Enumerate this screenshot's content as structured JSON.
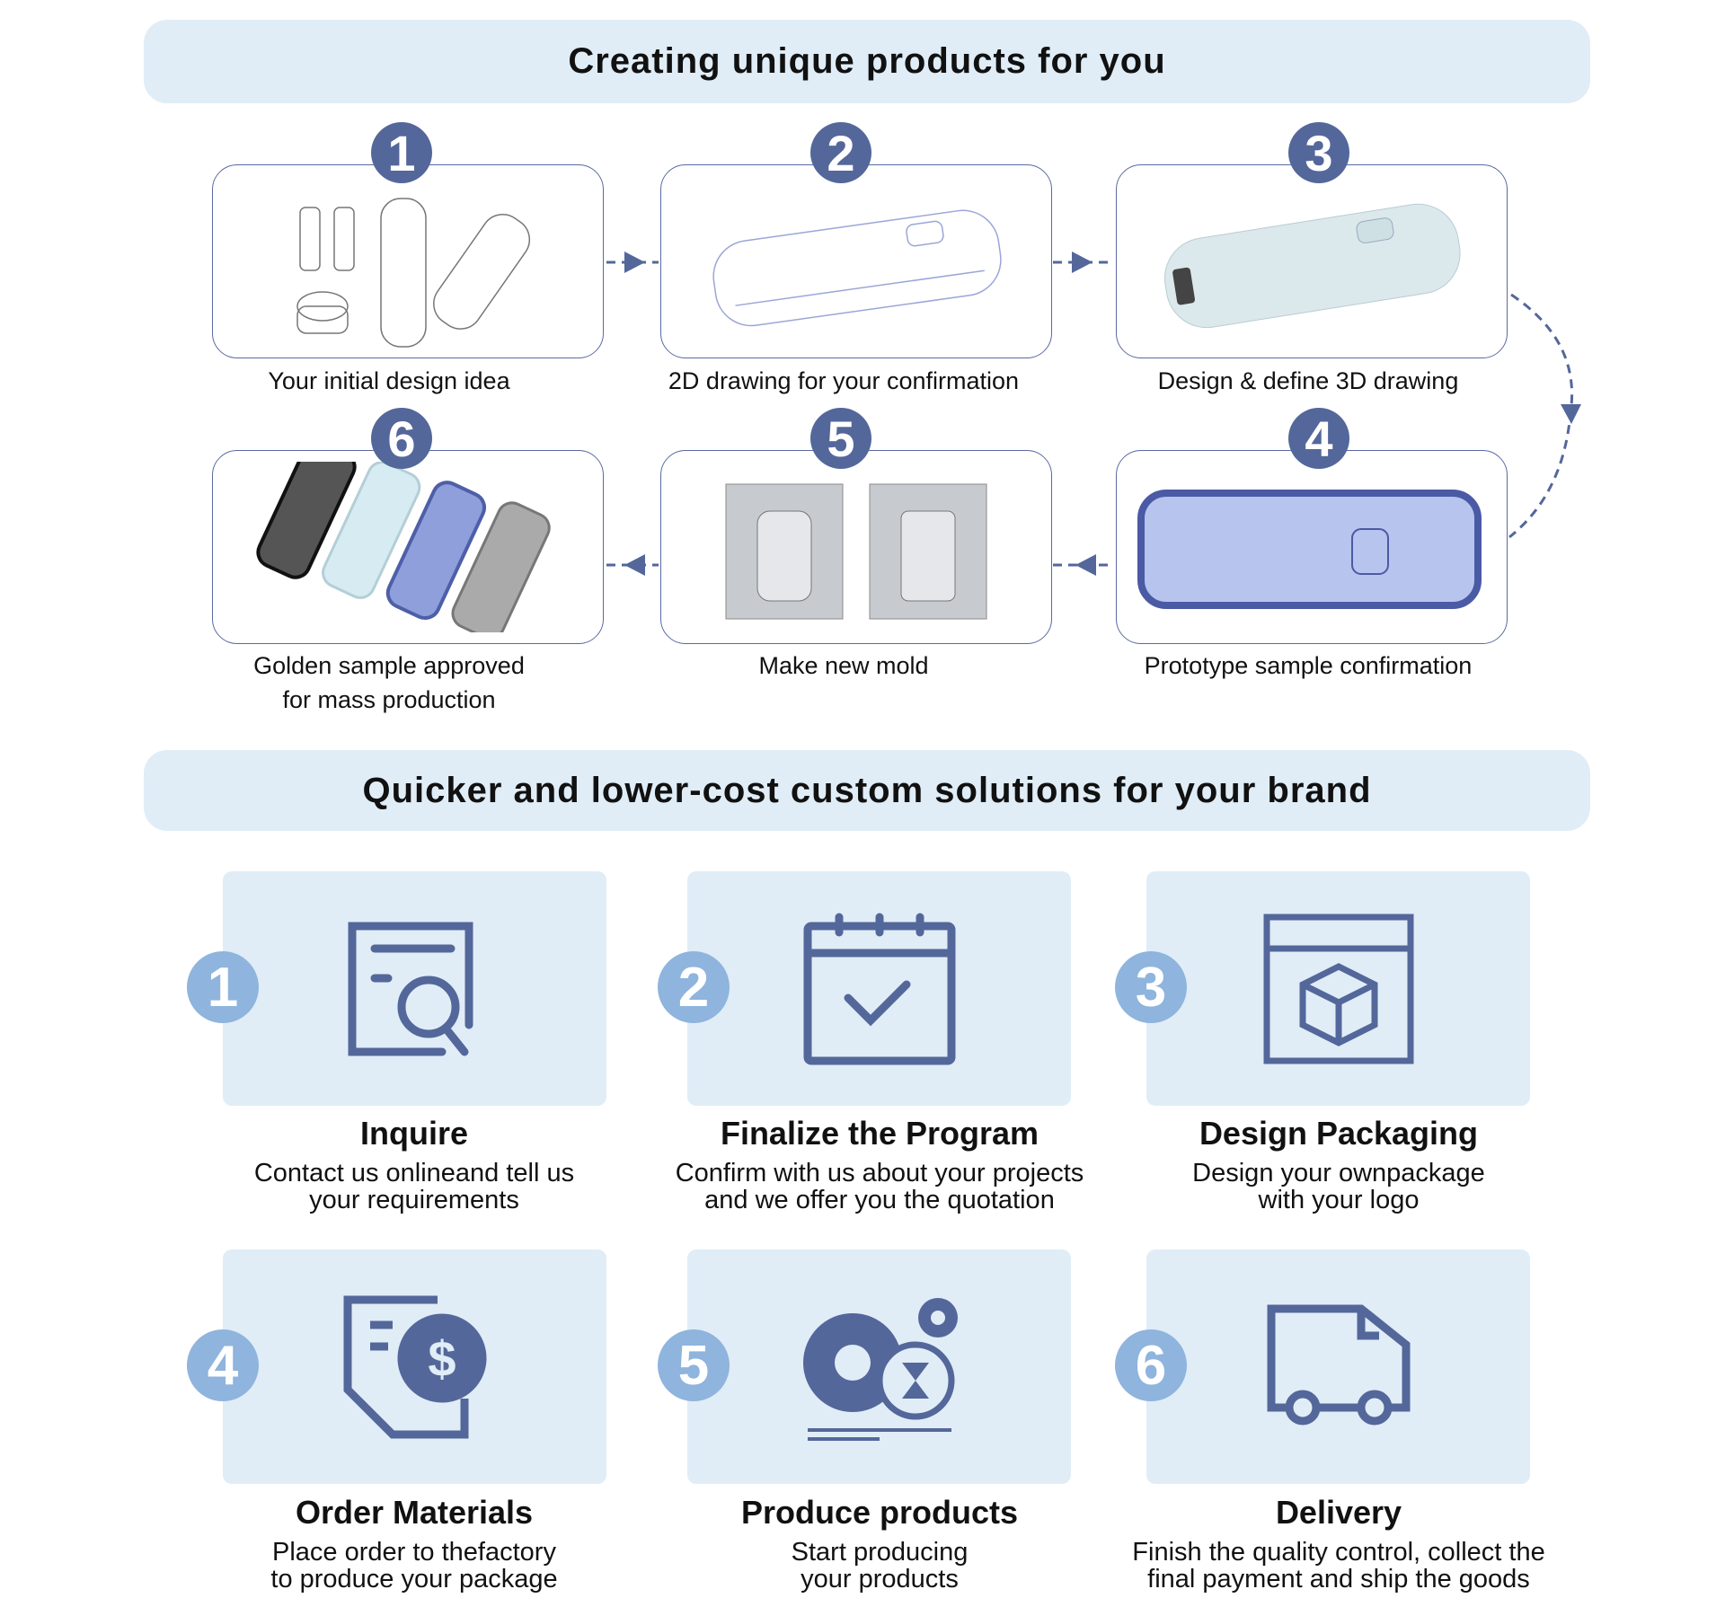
{
  "section1": {
    "title": "Creating unique products for you",
    "steps": [
      {
        "num": "1",
        "label": "Your initial design idea"
      },
      {
        "num": "2",
        "label": "2D drawing for your confirmation"
      },
      {
        "num": "3",
        "label": "Design & define 3D drawing"
      },
      {
        "num": "4",
        "label": "Prototype sample confirmation"
      },
      {
        "num": "5",
        "label": "Make new mold"
      },
      {
        "num": "6",
        "label": "Golden sample approved",
        "label2": "for mass production"
      }
    ]
  },
  "section2": {
    "title": "Quicker and lower-cost custom solutions for your brand",
    "steps": [
      {
        "num": "1",
        "title": "Inquire",
        "line1": "Contact us onlineand tell us",
        "line2": "your requirements",
        "icon": "document-search-icon"
      },
      {
        "num": "2",
        "title": "Finalize the Program",
        "line1": "Confirm with us about your projects",
        "line2": "and we offer you the quotation",
        "icon": "calendar-check-icon"
      },
      {
        "num": "3",
        "title": "Design Packaging",
        "line1": "Design your ownpackage",
        "line2": "with your logo",
        "icon": "package-box-icon"
      },
      {
        "num": "4",
        "title": "Order Materials",
        "line1": "Place order to thefactory",
        "line2": "to produce your package",
        "icon": "invoice-dollar-icon"
      },
      {
        "num": "5",
        "title": "Produce products",
        "line1": "Start producing",
        "line2": "your products",
        "icon": "gear-hourglass-icon"
      },
      {
        "num": "6",
        "title": "Delivery",
        "line1": "Finish the quality control, collect the",
        "line2": "final payment and ship the goods",
        "icon": "delivery-truck-icon"
      }
    ]
  },
  "colors": {
    "accent": "#54679a",
    "light": "#e0edf7",
    "badge": "#8fb4dd"
  }
}
